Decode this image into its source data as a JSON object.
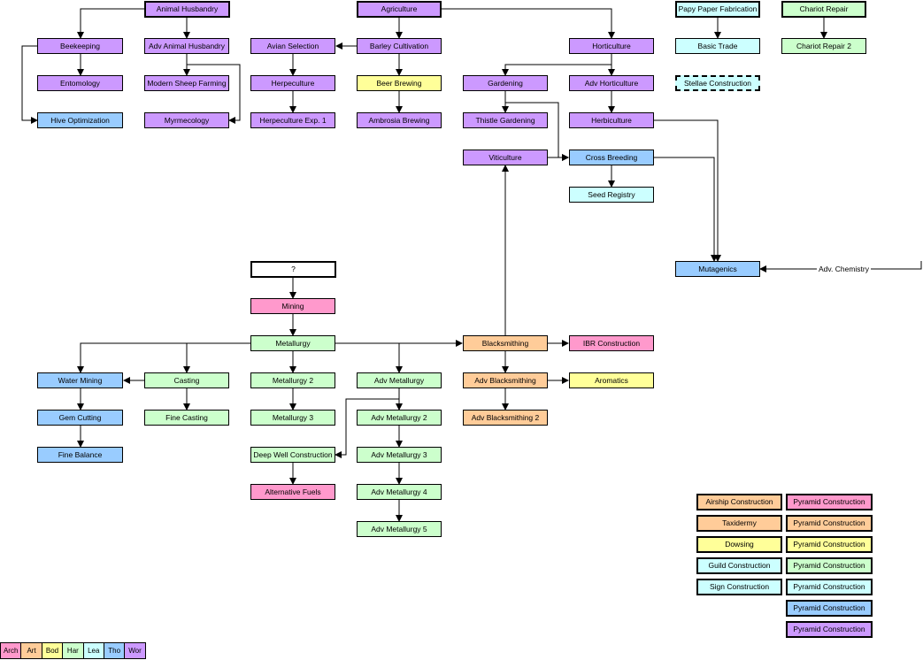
{
  "colors": {
    "purple": "#cc99ff",
    "yellow": "#ffff99",
    "blue": "#99ccff",
    "green": "#ccffcc",
    "cyan": "#ccffff",
    "orange": "#ffcc99",
    "pink": "#ff99cc",
    "white": "#ffffff"
  },
  "nodes": {
    "animal_husbandry": "Animal Husbandry",
    "agriculture": "Agriculture",
    "papy_paper": "Papy Paper Fabrication",
    "chariot_repair": "Chariot Repair",
    "beekeeping": "Beekeeping",
    "adv_animal_husbandry": "Adv Animal Husbandry",
    "avian_selection": "Avian Selection",
    "barley_cultivation": "Barley Cultivation",
    "horticulture": "Horticulture",
    "basic_trade": "Basic Trade",
    "chariot_repair_2": "Chariot Repair 2",
    "entomology": "Entomology",
    "modern_sheep_farming": "Modern Sheep Farming",
    "herpeculture": "Herpeculture",
    "beer_brewing": "Beer Brewing",
    "gardening": "Gardening",
    "adv_horticulture": "Adv Horticulture",
    "stellae_construction": "Stellae Construction",
    "hive_optimization": "Hive Optimization",
    "myrmecology": "Myrmecology",
    "herpeculture_exp_1": "Herpeculture Exp. 1",
    "ambrosia_brewing": "Ambrosia Brewing",
    "thistle_gardening": "Thistle Gardening",
    "herbiculture": "Herbiculture",
    "viticulture": "Viticulture",
    "cross_breeding": "Cross Breeding",
    "seed_registry": "Seed Registry",
    "mutagenics": "Mutagenics",
    "adv_chemistry": "Adv. Chemistry",
    "unknown": "?",
    "mining": "Mining",
    "metallurgy": "Metallurgy",
    "blacksmithing": "Blacksmithing",
    "ibr_construction": "IBR Construction",
    "water_mining": "Water Mining",
    "casting": "Casting",
    "metallurgy_2": "Metallurgy 2",
    "adv_metallurgy": "Adv Metallurgy",
    "adv_blacksmithing": "Adv Blacksmithing",
    "aromatics": "Aromatics",
    "gem_cutting": "Gem Cutting",
    "fine_casting": "Fine Casting",
    "metallurgy_3": "Metallurgy 3",
    "adv_metallurgy_2": "Adv Metallurgy 2",
    "adv_blacksmithing_2": "Adv Blacksmithing 2",
    "fine_balance": "Fine Balance",
    "deep_well_construction": "Deep Well Construction",
    "adv_metallurgy_3": "Adv Metallurgy 3",
    "alternative_fuels": "Alternative Fuels",
    "adv_metallurgy_4": "Adv Metallurgy 4",
    "adv_metallurgy_5": "Adv Metallurgy 5",
    "airship_construction": "Airship Construction",
    "taxidermy": "Taxidermy",
    "dowsing": "Dowsing",
    "guild_construction": "Guild Construction",
    "sign_construction": "Sign Construction",
    "pyramid_construction": "Pyramid Construction"
  },
  "legend": [
    {
      "label": "Arch",
      "color": "#ff99cc"
    },
    {
      "label": "Art",
      "color": "#ffcc99"
    },
    {
      "label": "Bod",
      "color": "#ffff99"
    },
    {
      "label": "Har",
      "color": "#ccffcc"
    },
    {
      "label": "Lea",
      "color": "#ccffff"
    },
    {
      "label": "Tho",
      "color": "#99ccff"
    },
    {
      "label": "Wor",
      "color": "#cc99ff"
    }
  ]
}
